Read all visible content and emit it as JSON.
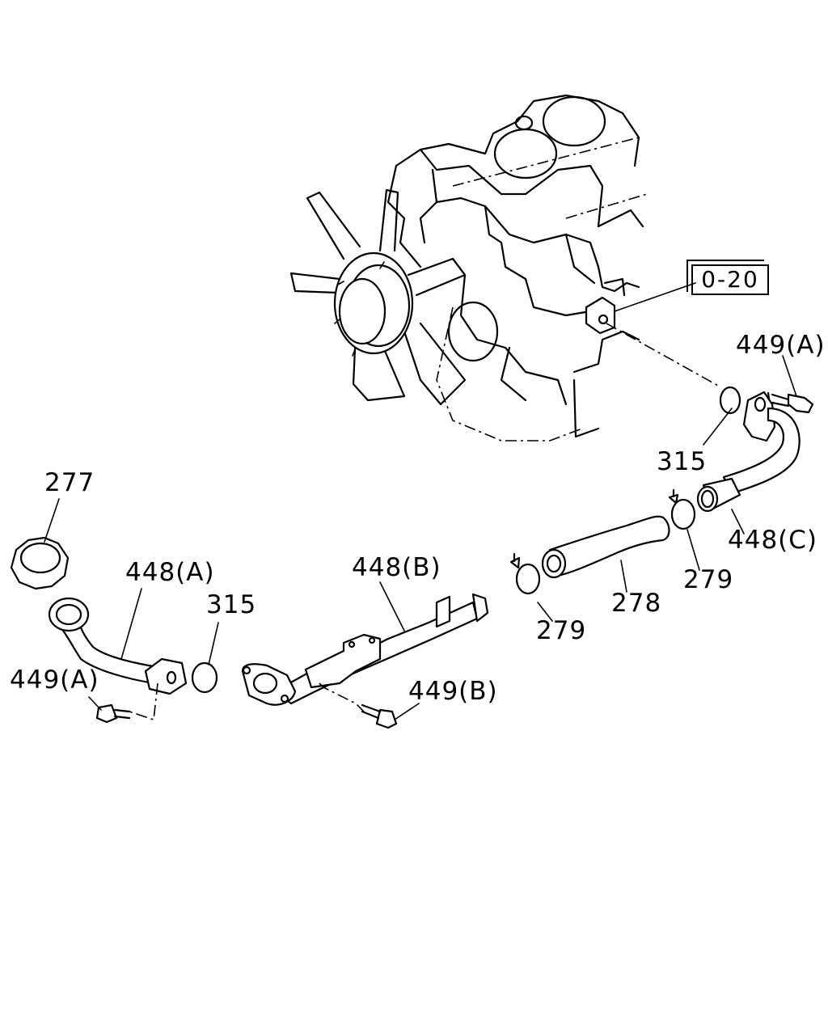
{
  "figure": {
    "callouts": [
      {
        "id": "277",
        "text": "277"
      },
      {
        "id": "448a",
        "text": "448(A)"
      },
      {
        "id": "315-left",
        "text": "315"
      },
      {
        "id": "448b",
        "text": "448(B)"
      },
      {
        "id": "449a-left",
        "text": "449(A)"
      },
      {
        "id": "449b",
        "text": "449(B)"
      },
      {
        "id": "279-left",
        "text": "279"
      },
      {
        "id": "278",
        "text": "278"
      },
      {
        "id": "279-right",
        "text": "279"
      },
      {
        "id": "448c",
        "text": "448(C)"
      },
      {
        "id": "315-right",
        "text": "315"
      },
      {
        "id": "449a-right",
        "text": "449(A)"
      }
    ],
    "reference": "0-20"
  }
}
